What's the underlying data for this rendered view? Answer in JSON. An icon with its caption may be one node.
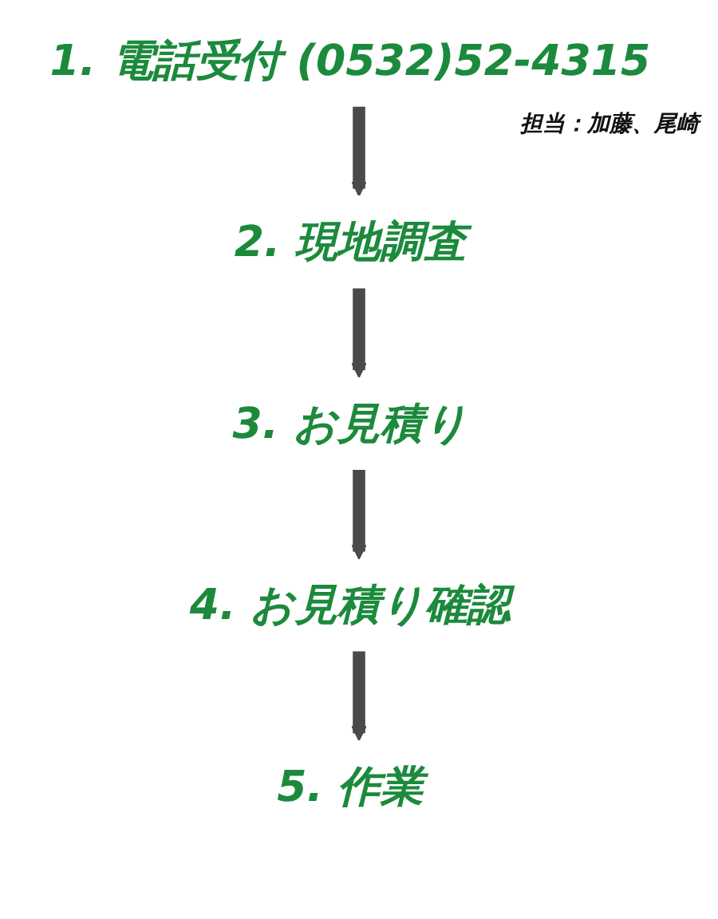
{
  "diagram": {
    "nodes": [
      {
        "text": [
          "1. 電話受付 (0532)52-4315"
        ],
        "beside": [
          "担当：加藤、尾崎"
        ]
      },
      {
        "text": [
          "2. 現地調査"
        ]
      },
      {
        "text": [
          "3. お見積り"
        ]
      },
      {
        "text": [
          "4. お見積り確認"
        ]
      },
      {
        "text": [
          "5. 作業"
        ]
      }
    ],
    "edges": [
      {
        "from": 0,
        "to": 1,
        "arrow": "to"
      },
      {
        "from": 1,
        "to": 2,
        "arrow": "to"
      },
      {
        "from": 2,
        "to": 3,
        "arrow": "to"
      },
      {
        "from": 3,
        "to": 4,
        "arrow": "to"
      }
    ]
  }
}
